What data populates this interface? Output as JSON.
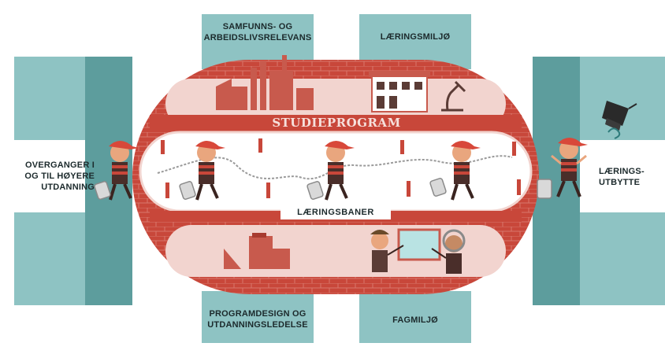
{
  "labels": {
    "top_left": "SAMFUNNS- OG\nARBEIDSLIVSRELEVANS",
    "top_right": "LÆRINGSMILJØ",
    "left": "OVERGANGER I\nOG TIL HØYERE\nUTDANNING",
    "right": "LÆRINGS-\nUTBYTTE",
    "bottom_left": "PROGRAMDESIGN OG\nUTDANNINGSLEDELSE",
    "bottom_right": "FAGMILJØ"
  },
  "track": {
    "title": "STUDIEPROGRAM",
    "lane_label": "LÆRINGSBANER"
  },
  "colors": {
    "teal_light": "#8ec3c3",
    "teal_dark": "#5d9d9d",
    "brick": "#c8473a",
    "brick_light": "#e8a69d",
    "pink": "#f2d4cf",
    "lane": "#ffffff",
    "text_dark": "#1c2a2c",
    "title_red": "#b32e24"
  },
  "icons": [
    "factory-icon",
    "school-building-icon",
    "microscope-icon",
    "graduation-cap-icon",
    "student-figure-icon",
    "suitcase-icon",
    "lane-marker-icon",
    "teacher-figure-icon",
    "whiteboard-icon",
    "stacked-blocks-icon"
  ]
}
